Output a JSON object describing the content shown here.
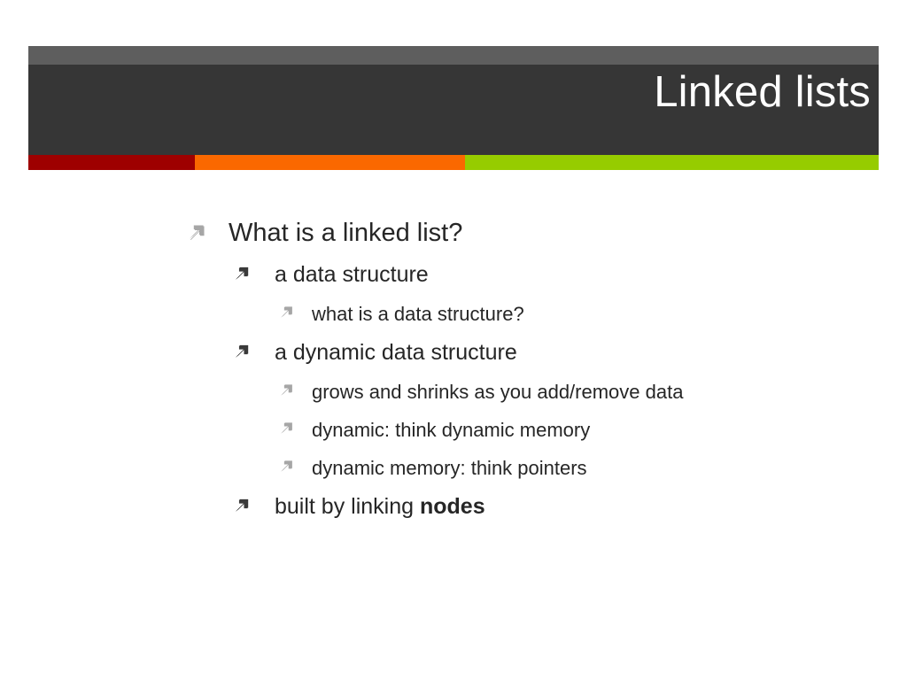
{
  "slide": {
    "title": "Linked lists",
    "background_color": "#ffffff"
  },
  "header": {
    "strip_light_color": "#5e5e5e",
    "strip_dark_color": "#363636",
    "title_color": "#ffffff"
  },
  "accent_bar": {
    "segments": [
      {
        "name": "red",
        "color": "#9e0000"
      },
      {
        "name": "orange",
        "color": "#fa6800"
      },
      {
        "name": "green",
        "color": "#96cc00"
      }
    ]
  },
  "bullet_colors": {
    "level1_icon": "#a6a6a6",
    "level2_icon": "#3a3a3a",
    "level3_icon": "#a6a6a6",
    "text": "#262626"
  },
  "outline": [
    {
      "level": 1,
      "icon": "arrow-northeast-icon",
      "text": "What is a linked list?",
      "bold_tail": ""
    },
    {
      "level": 2,
      "icon": "arrow-northeast-icon",
      "text": "a data structure",
      "bold_tail": ""
    },
    {
      "level": 3,
      "icon": "arrow-northeast-icon",
      "text": "what is a data structure?",
      "bold_tail": ""
    },
    {
      "level": 2,
      "icon": "arrow-northeast-icon",
      "text": "a dynamic data structure",
      "bold_tail": ""
    },
    {
      "level": 3,
      "icon": "arrow-northeast-icon",
      "text": "grows and shrinks as you add/remove data",
      "bold_tail": ""
    },
    {
      "level": 3,
      "icon": "arrow-northeast-icon",
      "text": "dynamic: think dynamic memory",
      "bold_tail": ""
    },
    {
      "level": 3,
      "icon": "arrow-northeast-icon",
      "text": "dynamic memory: think pointers",
      "bold_tail": ""
    },
    {
      "level": 2,
      "icon": "arrow-northeast-icon",
      "text": "built by linking ",
      "bold_tail": "nodes"
    }
  ]
}
